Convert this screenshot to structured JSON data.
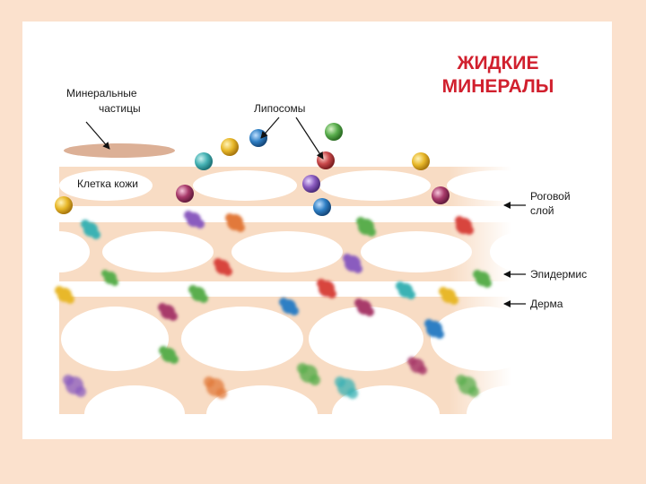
{
  "title": {
    "line1": "ЖИДКИЕ",
    "line2": "МИНЕРАЛЫ"
  },
  "labels": {
    "mineral_particles_1": "Минеральные",
    "mineral_particles_2": "частицы",
    "liposomes": "Липосомы",
    "skin_cell": "Клетка кожи",
    "stratum_corneum_1": "Роговой",
    "stratum_corneum_2": "слой",
    "epidermis": "Эпидермис",
    "dermis": "Дерма"
  },
  "colors": {
    "skin": "#f8dcc4",
    "mineral_layer": "#dcb096",
    "title": "#d1202e",
    "liposome_gold": "#e8b82a",
    "liposome_teal": "#46b2b4",
    "liposome_blue": "#2f7fc4",
    "liposome_green": "#5aae4e",
    "liposome_red": "#c8484a",
    "liposome_violet": "#8a5bbf",
    "liposome_magenta": "#a83a6a",
    "background": "#fbe1cd"
  }
}
